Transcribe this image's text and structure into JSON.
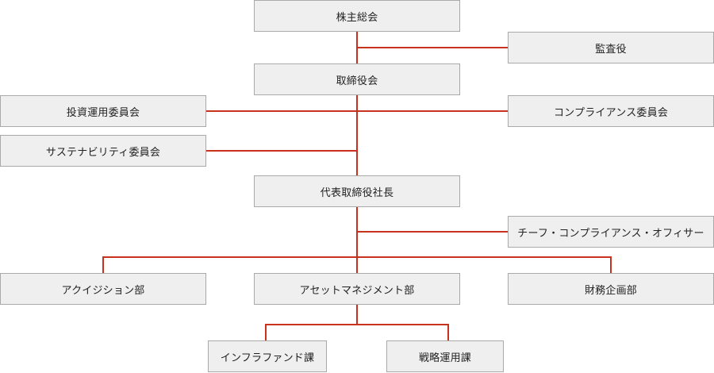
{
  "org_chart": {
    "shareholders_meeting": "株主総会",
    "auditor": "監査役",
    "board": "取締役会",
    "investment_committee": "投資運用委員会",
    "compliance_committee": "コンプライアンス委員会",
    "sustainability_committee": "サステナビリティ委員会",
    "president": "代表取締役社長",
    "chief_compliance_officer": "チーフ・コンプライアンス・オフィサー",
    "acquisition_dept": "アクイジション部",
    "asset_management_dept": "アセットマネジメント部",
    "finance_planning_dept": "財務企画部",
    "infrastructure_fund_section": "インフラファンド課",
    "strategic_management_section": "戦略運用課"
  },
  "colors": {
    "connector": "#c8311e",
    "box_fill": "#efefef",
    "box_border": "#a9a9a9",
    "text": "#222222"
  }
}
